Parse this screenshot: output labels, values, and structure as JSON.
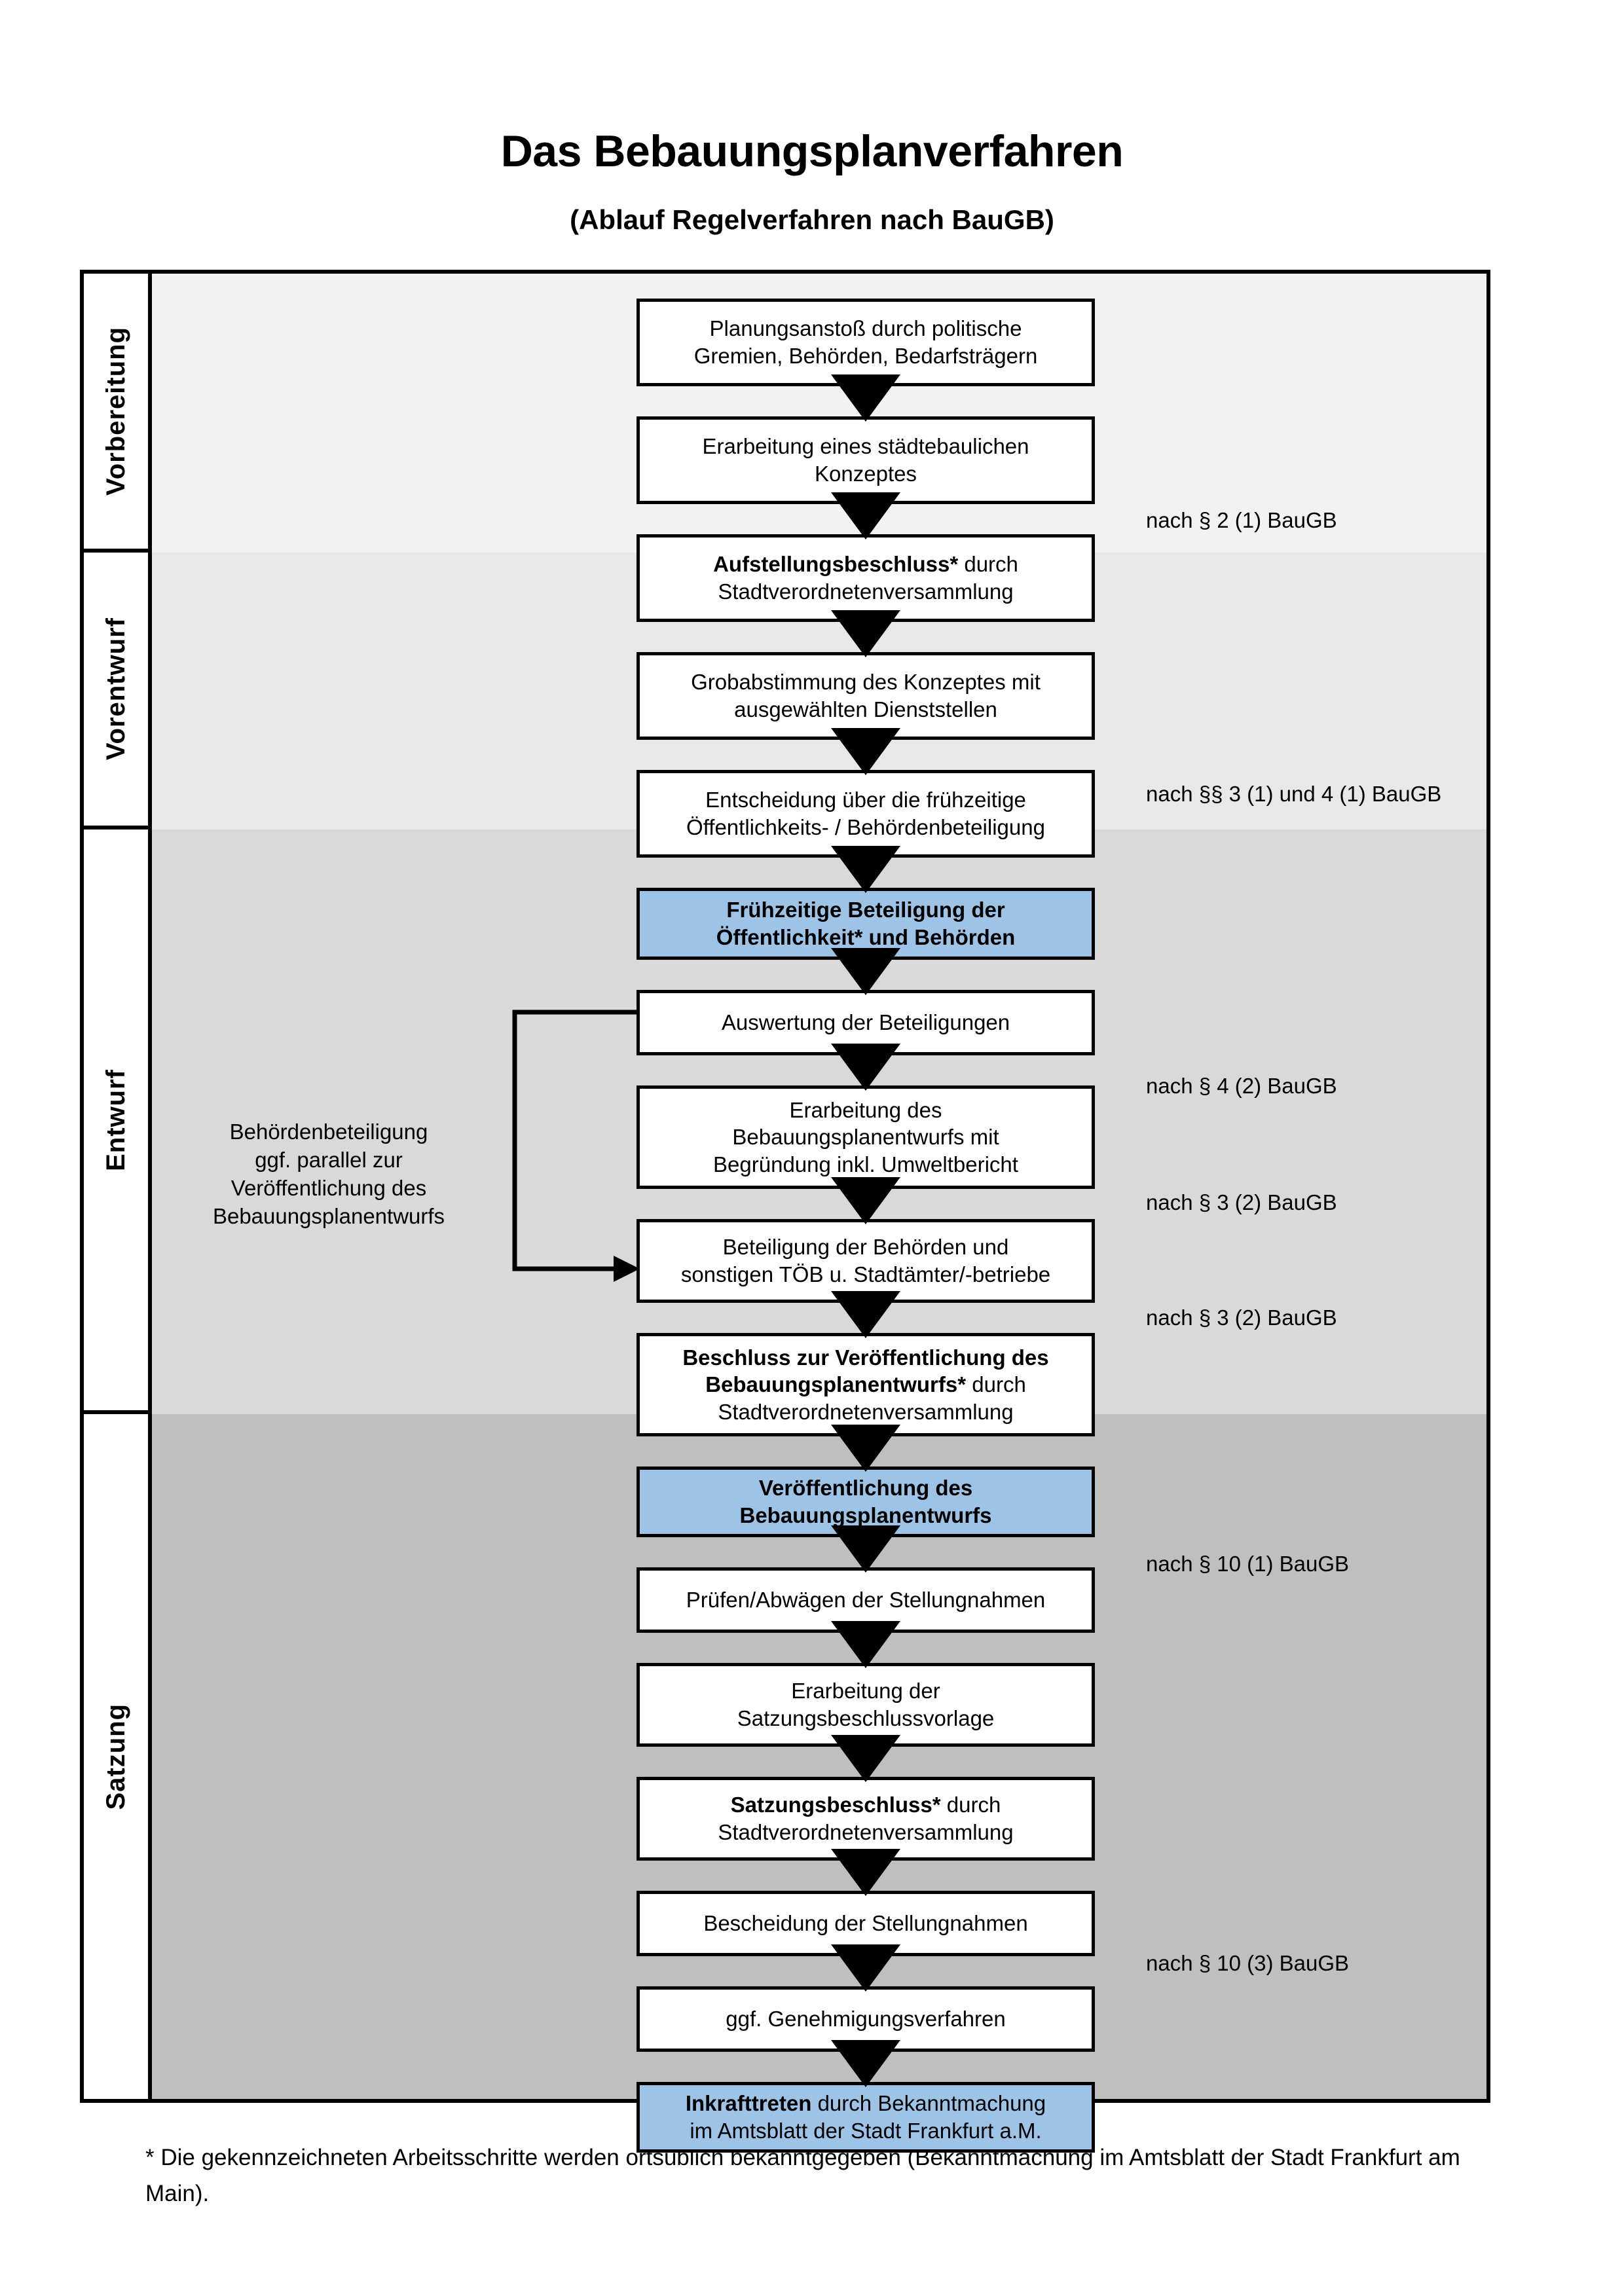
{
  "header": {
    "title": "Das Bebauungsplanverfahren",
    "subtitle": "(Ablauf Regelverfahren nach BauGB)"
  },
  "colors": {
    "highlight_box": "#9DC3E6",
    "band_vorbereitung": "#F2F2F2",
    "band_vorentwurf": "#E8E8E8",
    "band_entwurf": "#D9D9D9",
    "band_satzung": "#BFBFBF",
    "line": "#000000"
  },
  "phases": [
    {
      "label": "Vorbereitung"
    },
    {
      "label": "Vorentwurf"
    },
    {
      "label": "Entwurf"
    },
    {
      "label": "Satzung"
    }
  ],
  "steps": {
    "s1": {
      "l1": "Planungsanstoß durch politische",
      "l2": "Gremien, Behörden, Bedarfsträgern"
    },
    "s2": {
      "l1": "Erarbeitung eines städtebaulichen",
      "l2": "Konzeptes"
    },
    "s3": {
      "l1b": "Aufstellungsbeschluss*",
      "l1r": " durch",
      "l2": "Stadtverordnetenversammlung"
    },
    "s4": {
      "l1": "Grobabstimmung des Konzeptes mit",
      "l2": "ausgewählten Dienststellen"
    },
    "s5": {
      "l1": "Entscheidung über die frühzeitige",
      "l2": "Öffentlichkeits- / Behördenbeteiligung"
    },
    "s6": {
      "l1": "Frühzeitige Beteiligung der",
      "l2": "Öffentlichkeit* und Behörden"
    },
    "s7": {
      "l1": "Auswertung der Beteiligungen"
    },
    "s8": {
      "l1": "Erarbeitung des",
      "l2": "Bebauungsplanentwurfs mit",
      "l3": "Begründung inkl. Umweltbericht"
    },
    "s9": {
      "l1": "Beteiligung der Behörden und",
      "l2": "sonstigen TÖB u. Stadtämter/-betriebe"
    },
    "s10": {
      "l1b": "Beschluss zur Veröffentlichung des",
      "l2b": "Bebauungsplanentwurfs*",
      "l2r": " durch",
      "l3": "Stadtverordnetenversammlung"
    },
    "s11": {
      "l1": "Veröffentlichung des",
      "l2": "Bebauungsplanentwurfs"
    },
    "s12": {
      "l1": "Prüfen/Abwägen der Stellungnahmen"
    },
    "s13": {
      "l1": "Erarbeitung der",
      "l2": "Satzungsbeschlussvorlage"
    },
    "s14": {
      "l1b": "Satzungsbeschluss*",
      "l1r": " durch",
      "l2": "Stadtverordnetenversammlung"
    },
    "s15": {
      "l1": "Bescheidung der Stellungnahmen"
    },
    "s16": {
      "l1": "ggf. Genehmigungsverfahren"
    },
    "s17": {
      "l1b": "Inkrafttreten",
      "l1r": " durch Bekanntmachung",
      "l2": "im Amtsblatt der Stadt Frankfurt a.M."
    }
  },
  "notes": {
    "n1": "nach § 2 (1) BauGB",
    "n2": "nach §§ 3 (1) und 4 (1) BauGB",
    "n3": "nach § 4 (2) BauGB",
    "n4": "nach § 3 (2) BauGB",
    "n5": "nach § 3 (2) BauGB",
    "n6": "nach § 10 (1) BauGB",
    "n7": "nach § 10 (3) BauGB"
  },
  "parallel_note": {
    "l1": "Behördenbeteiligung",
    "l2": "ggf. parallel zur",
    "l3": "Veröffentlichung des",
    "l4": "Bebauungsplanentwurfs"
  },
  "footnote": {
    "text": "* Die gekennzeichneten Arbeitsschritte werden ortsüblich bekanntgegeben (Bekanntmachung im Amtsblatt  der Stadt Frankfurt am Main)."
  }
}
